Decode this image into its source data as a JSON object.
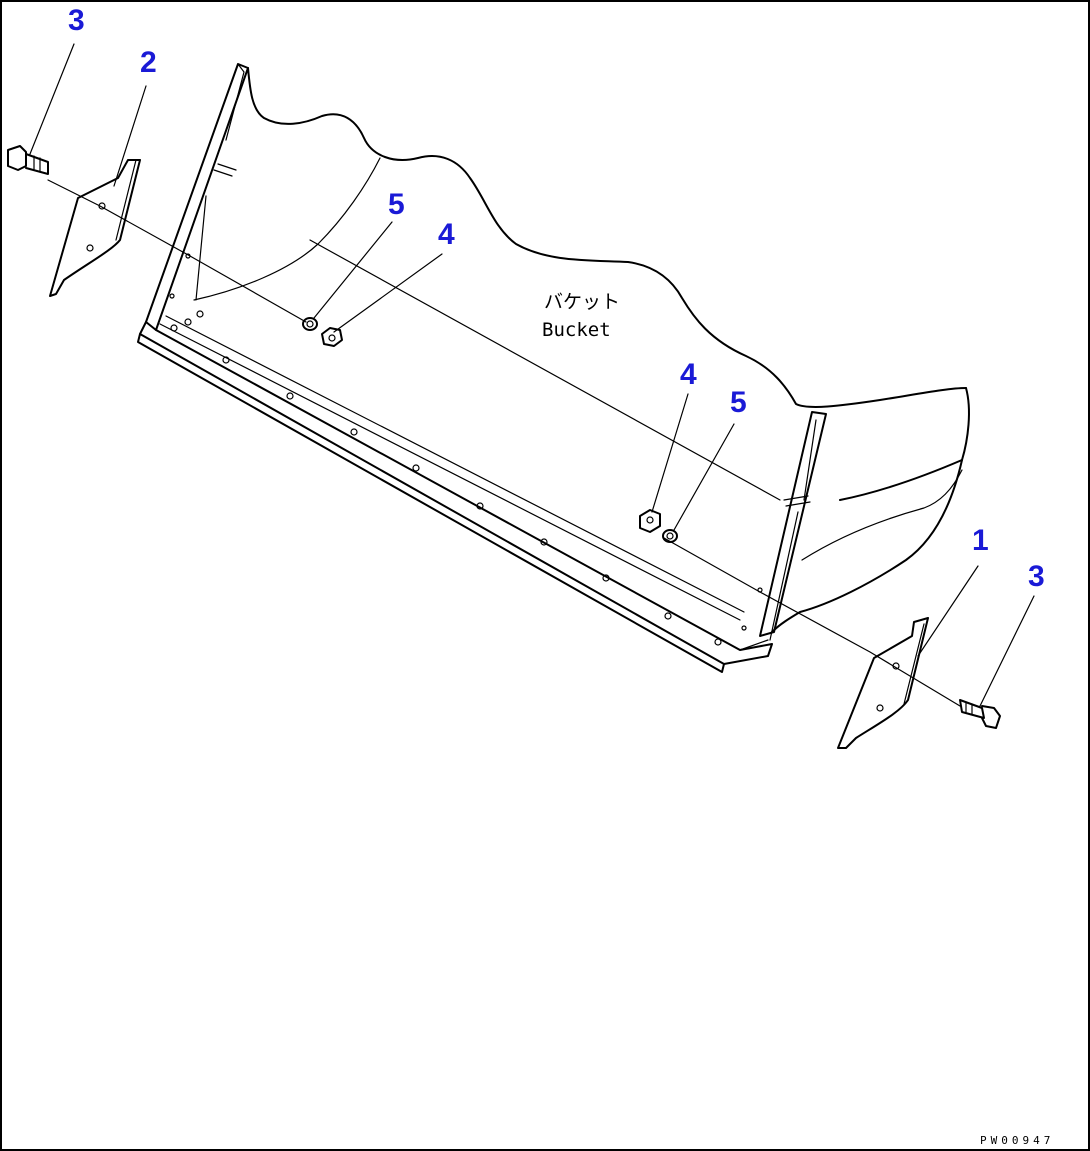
{
  "colors": {
    "line": "#000000",
    "callout": "#1a1ad6",
    "background": "#ffffff"
  },
  "label": {
    "jp": "バケット",
    "en": "Bucket"
  },
  "callouts": {
    "c3_left": "3",
    "c2": "2",
    "c5_left": "5",
    "c4_left": "4",
    "c4_right": "4",
    "c5_right": "5",
    "c1": "1",
    "c3_right": "3"
  },
  "drawing_code": "PW00947"
}
